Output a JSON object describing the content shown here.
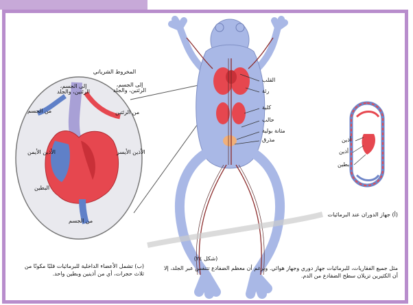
{
  "labels": {
    "arterial_cone": "المخروط الشرياني",
    "to_body_lungs_skin_1": "إلى الجسم، الرئتين، والجلد",
    "to_body_lungs_skin_2": "إلى الجسم، الرئتين، والجلد",
    "from_body": "من الجسم",
    "from_lungs": "من الرئتين",
    "right_atrium": "الأذين الأيمن",
    "left_atrium": "الأذين الأيسر",
    "ventricle": "البطين",
    "from_body_bottom": "من الجسم",
    "heart": "القلب",
    "lung": "رئة",
    "kidney": "كلية",
    "ureter": "حالب",
    "urinary_bladder": "مثانة بولية",
    "cloaca": "مذرق",
    "atrium_a": "أذين",
    "atrium_b": "أذين",
    "ventricle_a": "بطين",
    "caption_a": "(أ) جهاز الدوران عند البرمائيات",
    "fig_no": "(شكل ٢٤)",
    "caption_b": "(ب) تشمل الأعضاء الداخلية للبرمائيات قلبًا مكونًا من ثلاث حجرات، أي من أذينين وبطين واحد.",
    "caption_main": "مثل جميع الفقاريات، للبرمائيات جهاز دوري وجهاز هوائي. وبرغم أن معظم الضفادع تتنفس عبر الجلد، إلا أن الكثيرين تزيلان سطح الضفادع من الدم."
  },
  "colors": {
    "frame": "#b88dcc",
    "topbar": "#c7a9d8",
    "frog": "#a9b8e6",
    "heart_red": "#e6474f",
    "heart_blue": "#5f80c8",
    "vessel_purple": "#a8a0d6"
  }
}
